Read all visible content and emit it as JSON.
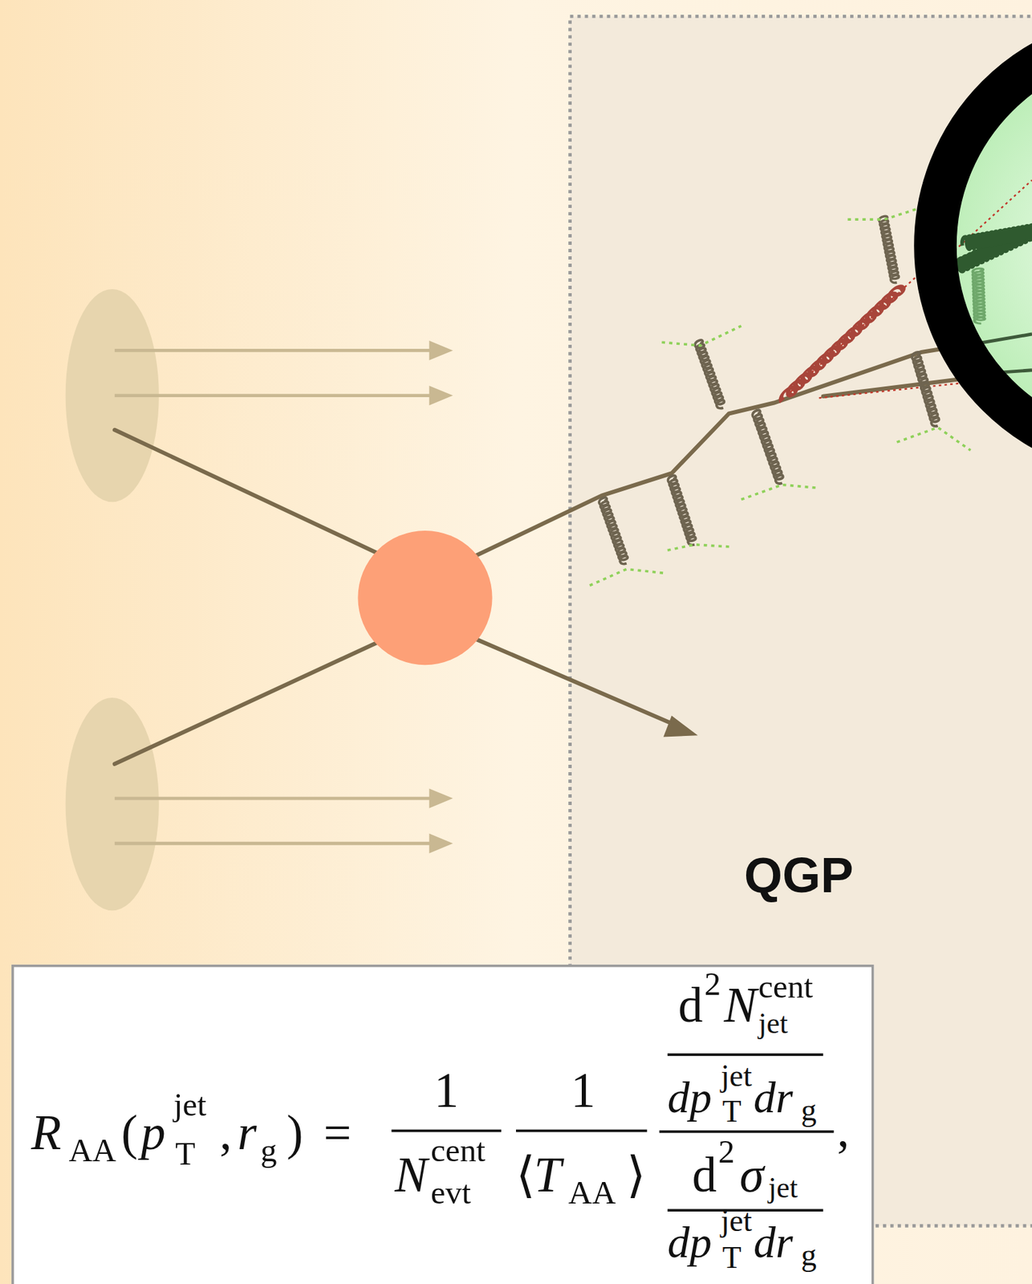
{
  "diagram": {
    "nodes": [
      {
        "text": [
          "QGP"
        ]
      },
      {
        "text": [
          "R",
          "AA",
          "(",
          "p",
          "jet",
          "T",
          ",",
          "r",
          "g",
          ")",
          "=",
          "1",
          "N",
          "cent",
          "evt",
          "1",
          "⟨",
          "T",
          "AA",
          "⟩",
          "d",
          "2",
          "N",
          "cent",
          "jet",
          "dp",
          "jet",
          "T",
          "dr",
          "g",
          "d",
          "2",
          "σ",
          "jet",
          "dp",
          "jet",
          "T",
          "dr",
          "g",
          ","
        ]
      }
    ]
  }
}
